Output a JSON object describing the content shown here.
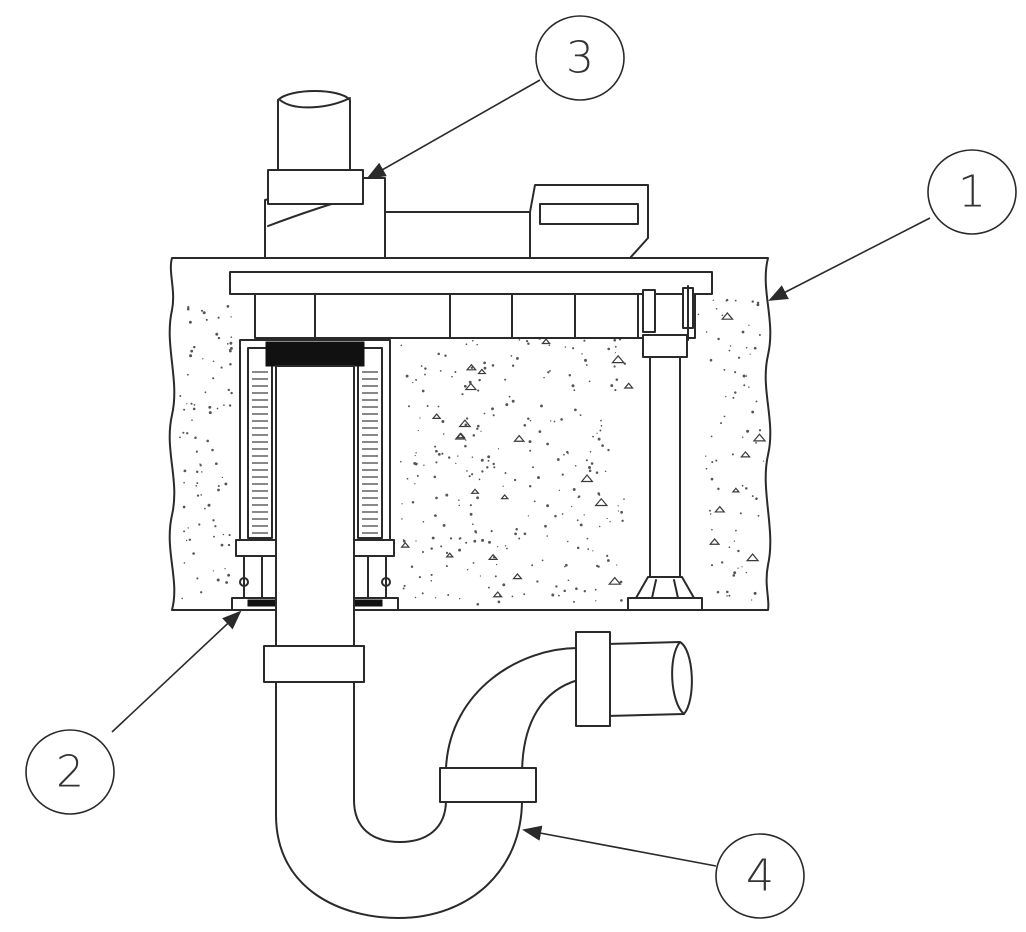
{
  "callouts": [
    {
      "id": "1",
      "label": "1"
    },
    {
      "id": "2",
      "label": "2"
    },
    {
      "id": "3",
      "label": "3"
    },
    {
      "id": "4",
      "label": "4"
    }
  ],
  "colors": {
    "line": "#2a2a2a",
    "fill": "#ffffff",
    "seal": "#111111"
  }
}
